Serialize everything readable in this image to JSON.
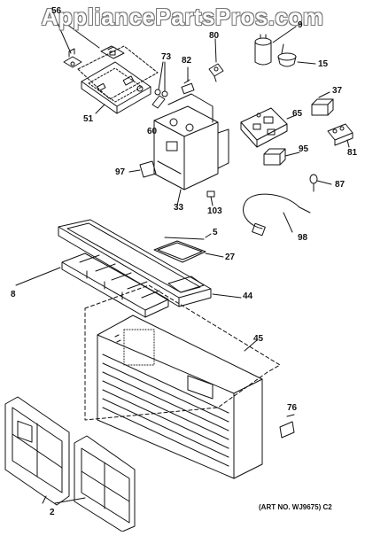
{
  "watermark": "AppliancePartsPros.com",
  "art_number": "(ART NO. WJ9675) C2",
  "callouts": {
    "c56": "56",
    "c9": "9",
    "c80": "80",
    "c82": "82",
    "c73": "73",
    "c15": "15",
    "c51": "51",
    "c60": "60",
    "c37": "37",
    "c65": "65",
    "c81": "81",
    "c95": "95",
    "c97": "97",
    "c87": "87",
    "c33": "33",
    "c103": "103",
    "c5": "5",
    "c98": "98",
    "c27": "27",
    "c8": "8",
    "c44": "44",
    "c45": "45",
    "c76": "76",
    "c2": "2"
  }
}
